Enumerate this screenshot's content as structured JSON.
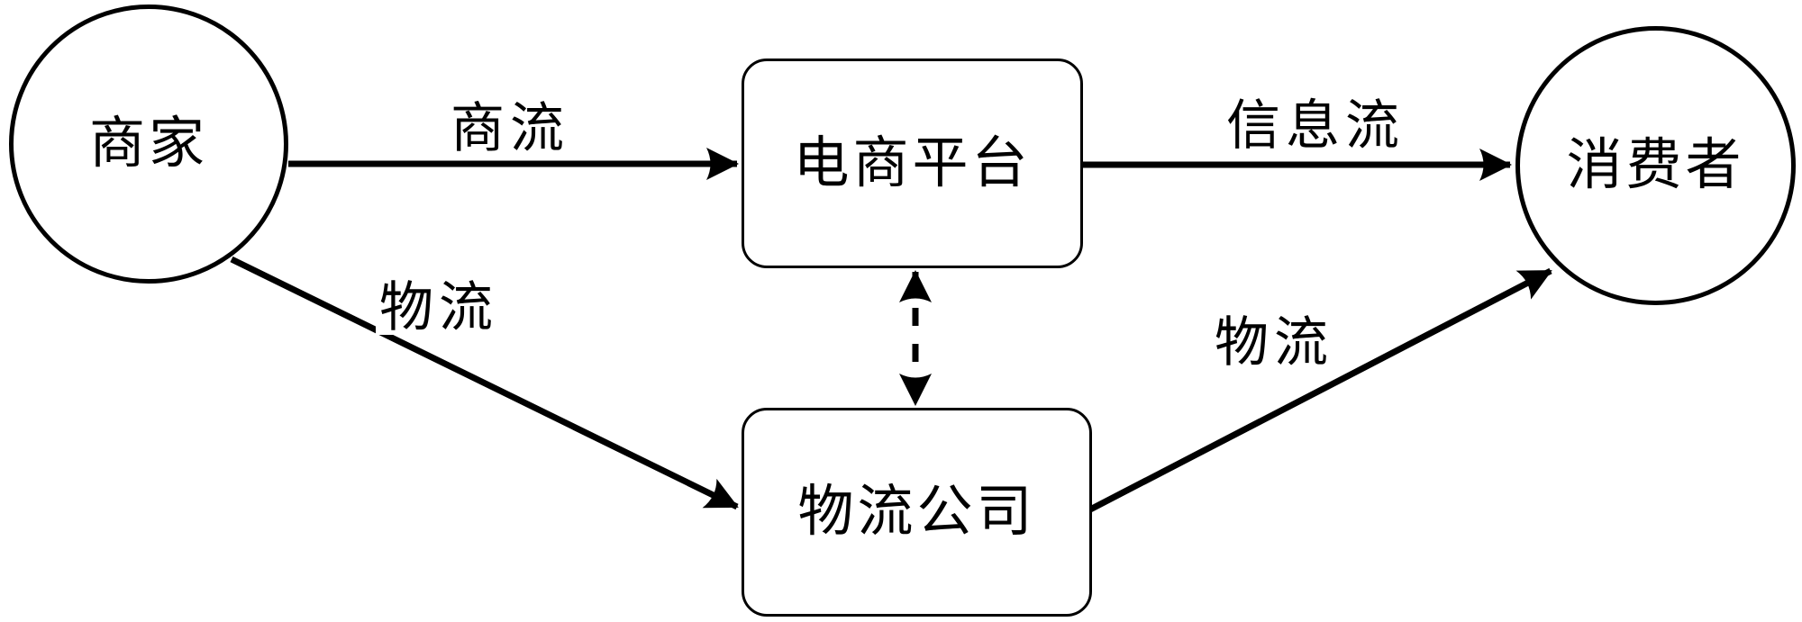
{
  "diagram": {
    "title": "e-commerce-logistics-flow",
    "background_color": "#ffffff",
    "stroke_color": "#000000",
    "nodes": {
      "merchant": {
        "label": "商家",
        "shape": "circle"
      },
      "platform": {
        "label": "电商平台",
        "shape": "rounded-rect"
      },
      "logistics": {
        "label": "物流公司",
        "shape": "rounded-rect"
      },
      "consumer": {
        "label": "消费者",
        "shape": "circle"
      }
    },
    "edges": [
      {
        "from": "merchant",
        "to": "platform",
        "label": "商流",
        "style": "solid",
        "direction": "forward"
      },
      {
        "from": "platform",
        "to": "consumer",
        "label": "信息流",
        "style": "solid",
        "direction": "forward"
      },
      {
        "from": "merchant",
        "to": "logistics",
        "label": "物流",
        "style": "solid",
        "direction": "forward"
      },
      {
        "from": "logistics",
        "to": "consumer",
        "label": "物流",
        "style": "solid",
        "direction": "forward"
      },
      {
        "from": "platform",
        "to": "logistics",
        "label": "",
        "style": "dashed",
        "direction": "both"
      }
    ]
  }
}
